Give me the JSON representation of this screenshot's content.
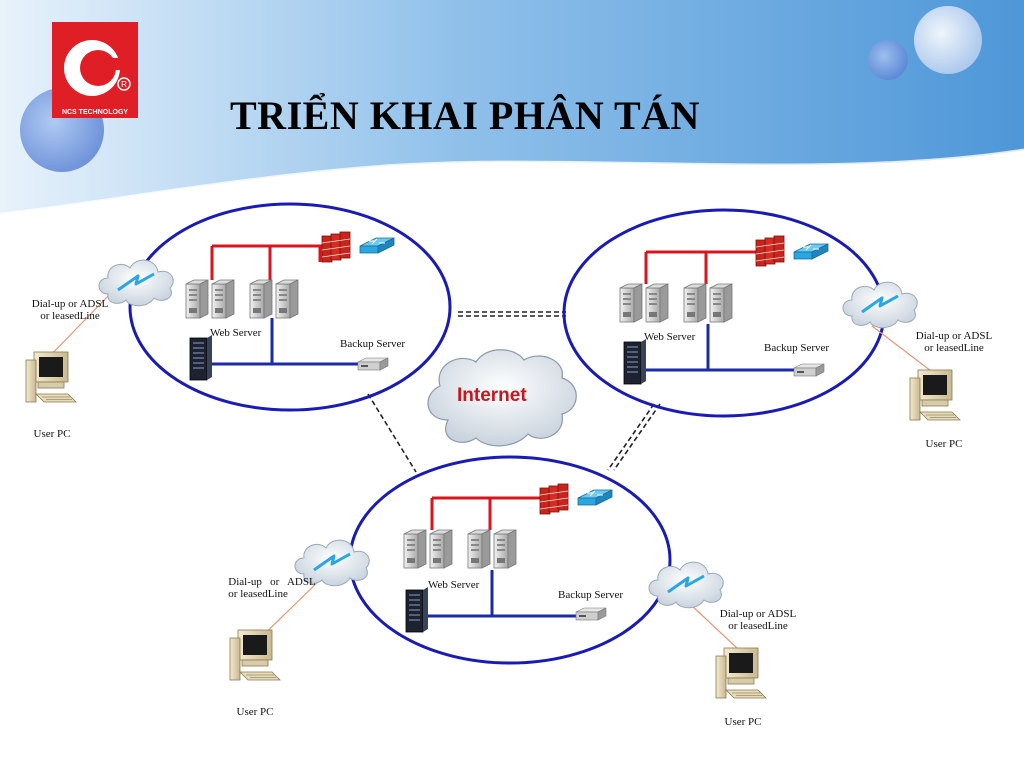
{
  "title": "TRIỂN KHAI PHÂN TÁN",
  "logo": {
    "text": "NCS TECHNOLOGY",
    "mark": "R"
  },
  "internet_label": "Internet",
  "clusters": [
    {
      "id": "left",
      "web_server": "Web Server",
      "backup_server": "Backup  Server"
    },
    {
      "id": "right",
      "web_server": "Web Server",
      "backup_server": "Backup  Server"
    },
    {
      "id": "bottom",
      "web_server": "Web Server",
      "backup_server": "Backup  Server"
    }
  ],
  "clients": [
    {
      "connection": [
        "Dial-up or ADSL",
        "or leasedLine"
      ],
      "pc_label": "User PC"
    },
    {
      "connection": [
        "Dial-up or ADSL",
        "or leasedLine"
      ],
      "pc_label": "User PC"
    },
    {
      "connection": [
        "Dial-up   or   ADSL",
        "or leasedLine"
      ],
      "pc_label": "User PC"
    },
    {
      "connection": [
        "Dial-up or ADSL",
        "or leasedLine"
      ],
      "pc_label": "User PC"
    }
  ],
  "colors": {
    "circle": "#1a1ab4",
    "lan_red": "#d8141c",
    "lan_blue": "#1a2aa8",
    "banner": "#4e97d8",
    "firewall": "#c8241c",
    "switch": "#29a7e0",
    "title": "#000000",
    "internet_text": "#c8161d"
  },
  "icons": [
    "logo-icon",
    "firewall-icon",
    "switch-icon",
    "server-icon",
    "rack-server-icon",
    "backup-device-icon",
    "cloud-icon",
    "user-pc-icon",
    "lightning-icon"
  ]
}
